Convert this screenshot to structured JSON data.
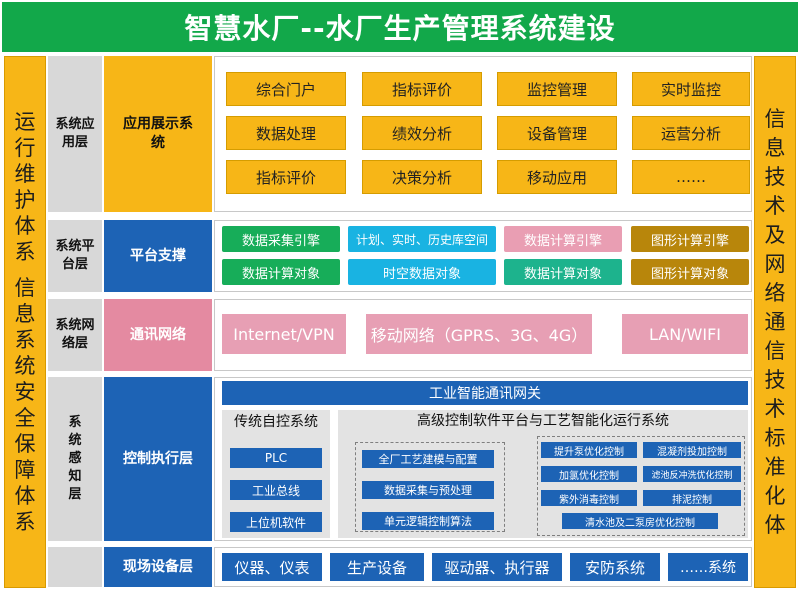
{
  "title": "智慧水厂--水厂生产管理系统建设",
  "left_side": [
    "运",
    "行",
    "维",
    "护",
    "体",
    "系",
    "",
    "信",
    "息",
    "系",
    "统",
    "安",
    "全",
    "保",
    "障",
    "体",
    "系"
  ],
  "right_side": [
    "信",
    "息",
    "技",
    "术",
    "及",
    "网",
    "络",
    "通",
    "信",
    "技",
    "术",
    "标",
    "准",
    "化",
    "体"
  ],
  "application": {
    "layer": "系统应用层",
    "sub": "应用展示系统",
    "items": [
      [
        "综合门户",
        "指标评价",
        "监控管理",
        "实时监控"
      ],
      [
        "数据处理",
        "绩效分析",
        "设备管理",
        "运营分析"
      ],
      [
        "指标评价",
        "决策分析",
        "移动应用",
        "……"
      ]
    ]
  },
  "platform": {
    "layer": "系统平台层",
    "sub": "平台支撑",
    "row1": [
      "数据采集引擎",
      "计划、实时、历史库空间",
      "数据计算引擎",
      "图形计算引擎"
    ],
    "row2": [
      "数据计算对象",
      "时空数据对象",
      "数据计算对象",
      "图形计算对象"
    ]
  },
  "network": {
    "layer": "系统网络层",
    "sub": "通讯网络",
    "items": [
      "Internet/VPN",
      "移动网络（GPRS、3G、4G）",
      "LAN/WIFI"
    ]
  },
  "control": {
    "layer": "系统感知层",
    "sub": "控制执行层",
    "gateway": "工业智能通讯网关",
    "traditional_title": "传统自控系统",
    "traditional_items": [
      "PLC",
      "工业总线",
      "上位机软件"
    ],
    "advanced_title": "高级控制软件平台与工艺智能化运行系统",
    "advanced_left": [
      "全厂工艺建模与配置",
      "数据采集与预处理",
      "单元逻辑控制算法"
    ],
    "advanced_right": [
      [
        "提升泵优化控制",
        "混凝剂投加控制"
      ],
      [
        "加氯优化控制",
        "滤池反冲洗优化控制"
      ],
      [
        "紫外消毒控制",
        "排泥控制"
      ]
    ],
    "advanced_bottom": "清水池及二泵房优化控制"
  },
  "field": {
    "sub": "现场设备层",
    "items": [
      "仪器、仪表",
      "生产设备",
      "驱动器、执行器",
      "安防系统",
      "……系统"
    ]
  }
}
